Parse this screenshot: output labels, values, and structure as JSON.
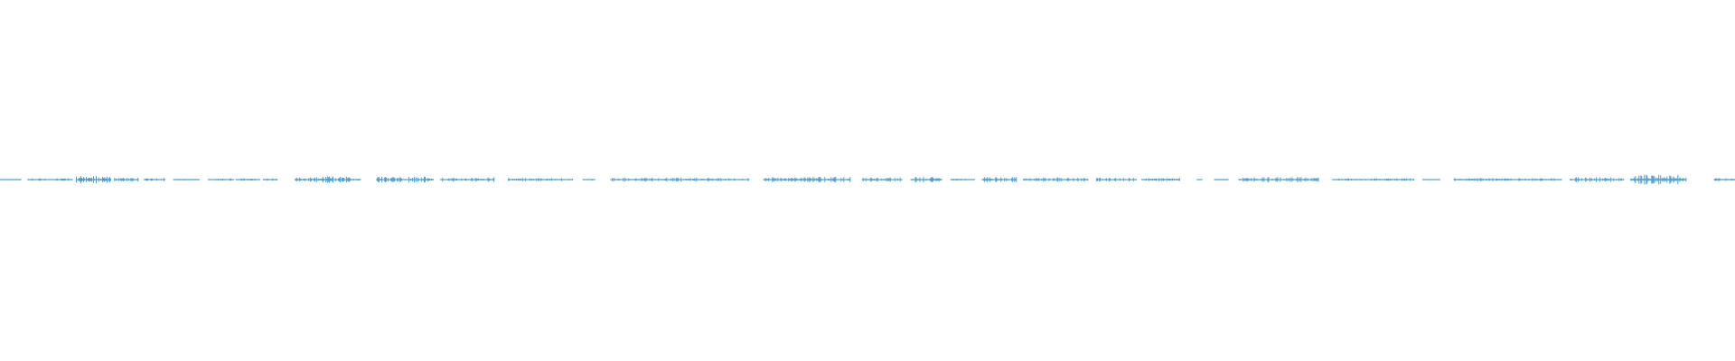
{
  "waveform": {
    "color": "#4a9fd9",
    "background": "#ffffff",
    "duration_fraction": 1.0,
    "segments": [
      {
        "start": 0.0,
        "end": 0.012,
        "level": 0.03
      },
      {
        "start": 0.016,
        "end": 0.042,
        "level": 0.08
      },
      {
        "start": 0.044,
        "end": 0.064,
        "level": 0.22
      },
      {
        "start": 0.066,
        "end": 0.08,
        "level": 0.12
      },
      {
        "start": 0.083,
        "end": 0.095,
        "level": 0.1
      },
      {
        "start": 0.1,
        "end": 0.115,
        "level": 0.04
      },
      {
        "start": 0.12,
        "end": 0.135,
        "level": 0.07
      },
      {
        "start": 0.136,
        "end": 0.15,
        "level": 0.09
      },
      {
        "start": 0.152,
        "end": 0.16,
        "level": 0.08
      },
      {
        "start": 0.17,
        "end": 0.208,
        "level": 0.2
      },
      {
        "start": 0.217,
        "end": 0.25,
        "level": 0.18
      },
      {
        "start": 0.254,
        "end": 0.285,
        "level": 0.15
      },
      {
        "start": 0.293,
        "end": 0.33,
        "level": 0.1
      },
      {
        "start": 0.336,
        "end": 0.343,
        "level": 0.05
      },
      {
        "start": 0.352,
        "end": 0.432,
        "level": 0.13
      },
      {
        "start": 0.44,
        "end": 0.49,
        "level": 0.17
      },
      {
        "start": 0.497,
        "end": 0.52,
        "level": 0.14
      },
      {
        "start": 0.525,
        "end": 0.543,
        "level": 0.2
      },
      {
        "start": 0.548,
        "end": 0.562,
        "level": 0.06
      },
      {
        "start": 0.566,
        "end": 0.586,
        "level": 0.17
      },
      {
        "start": 0.59,
        "end": 0.627,
        "level": 0.14
      },
      {
        "start": 0.632,
        "end": 0.655,
        "level": 0.12
      },
      {
        "start": 0.658,
        "end": 0.68,
        "level": 0.1
      },
      {
        "start": 0.69,
        "end": 0.693,
        "level": 0.03
      },
      {
        "start": 0.7,
        "end": 0.708,
        "level": 0.03
      },
      {
        "start": 0.714,
        "end": 0.76,
        "level": 0.16
      },
      {
        "start": 0.768,
        "end": 0.815,
        "level": 0.08
      },
      {
        "start": 0.82,
        "end": 0.83,
        "level": 0.04
      },
      {
        "start": 0.838,
        "end": 0.9,
        "level": 0.1
      },
      {
        "start": 0.905,
        "end": 0.936,
        "level": 0.15
      },
      {
        "start": 0.94,
        "end": 0.972,
        "level": 0.3
      },
      {
        "start": 0.988,
        "end": 1.0,
        "level": 0.1
      }
    ]
  }
}
